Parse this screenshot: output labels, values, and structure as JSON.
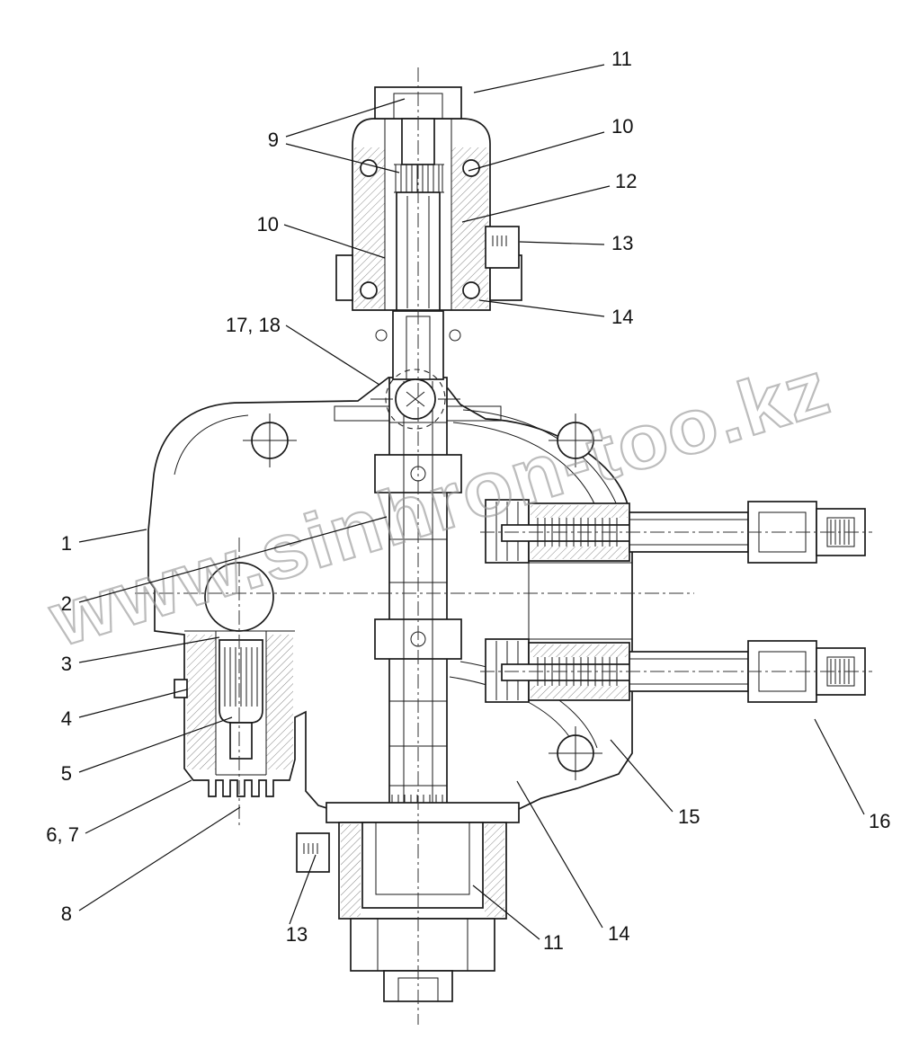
{
  "watermark": {
    "text": "www.sinhron-too.kz"
  },
  "callouts": [
    {
      "label": "9"
    },
    {
      "label": "10"
    },
    {
      "label": "17, 18"
    },
    {
      "label": "11"
    },
    {
      "label": "10"
    },
    {
      "label": "12"
    },
    {
      "label": "13"
    },
    {
      "label": "14"
    },
    {
      "label": "1"
    },
    {
      "label": "2"
    },
    {
      "label": "3"
    },
    {
      "label": "4"
    },
    {
      "label": "5"
    },
    {
      "label": "6, 7"
    },
    {
      "label": "8"
    },
    {
      "label": "13"
    },
    {
      "label": "11"
    },
    {
      "label": "14"
    },
    {
      "label": "15"
    },
    {
      "label": "16"
    }
  ]
}
